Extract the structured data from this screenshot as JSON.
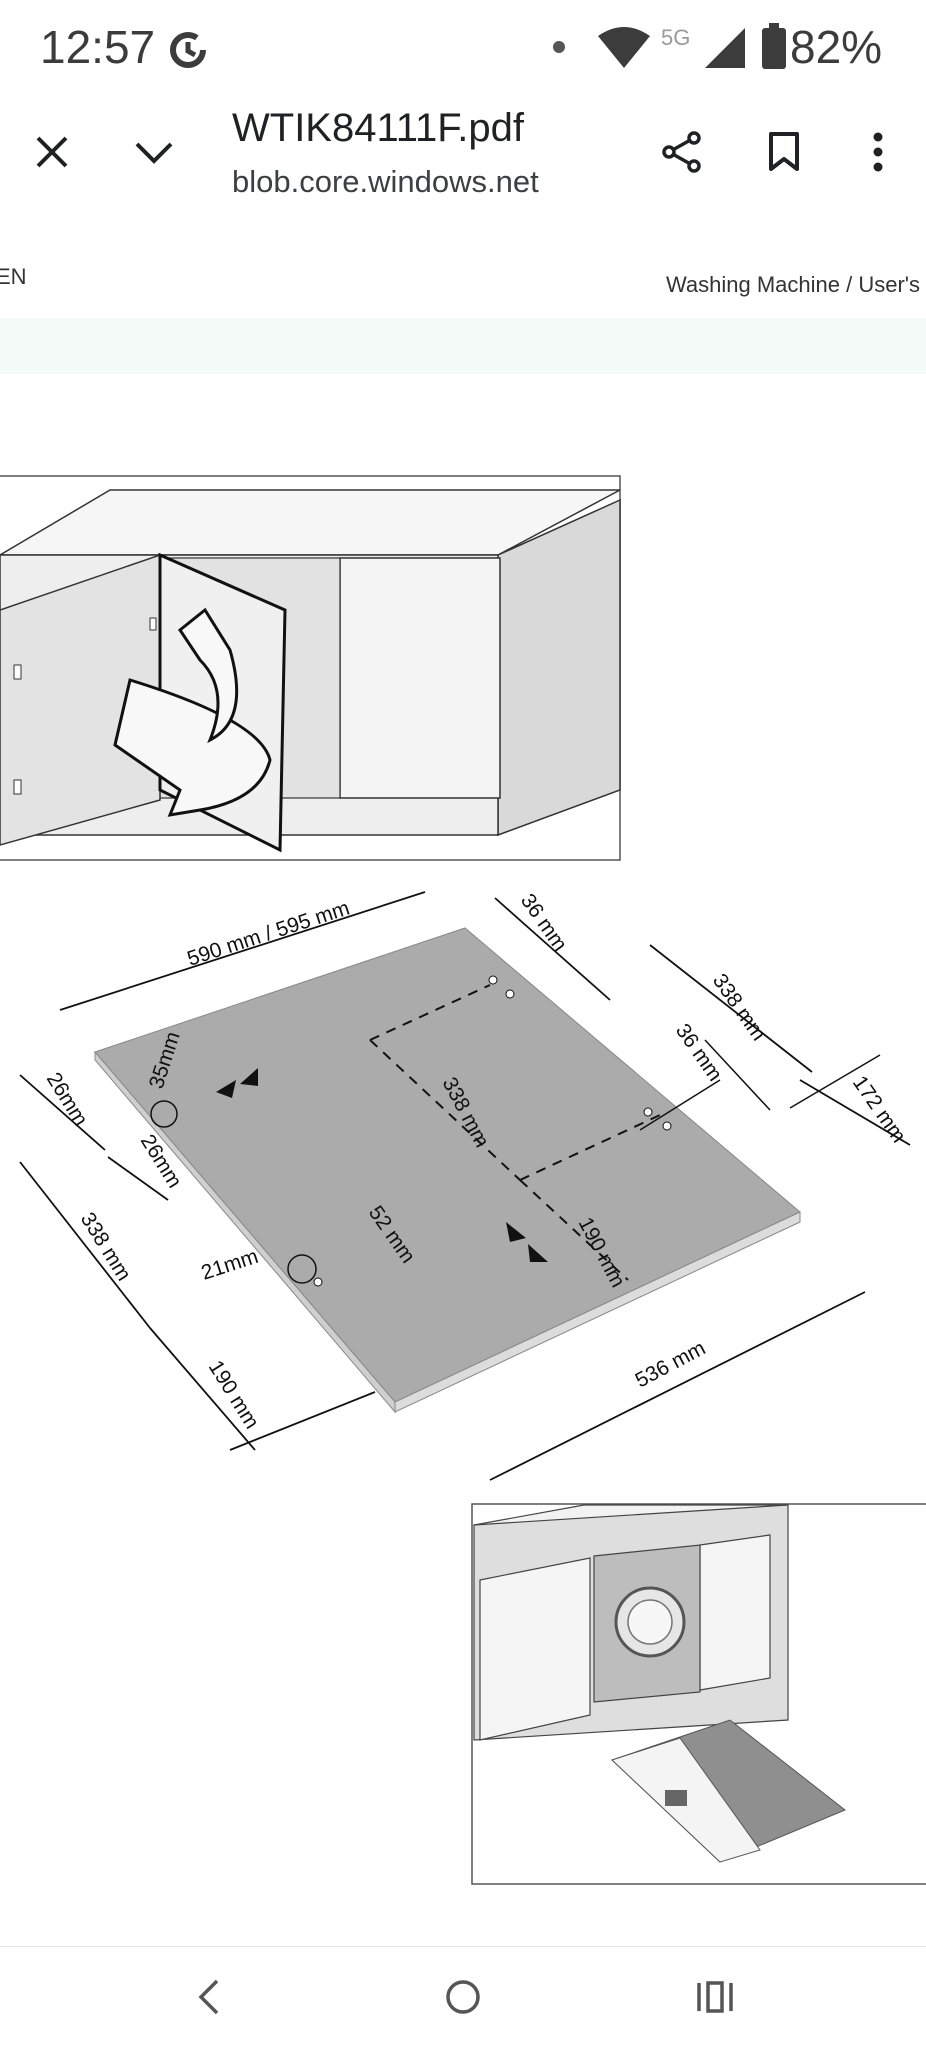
{
  "status_bar": {
    "time": "12:57",
    "network": "5G",
    "battery": "82%",
    "icons": [
      "sync-icon",
      "notification-dot-icon",
      "wifi-icon",
      "signal-icon",
      "battery-icon"
    ]
  },
  "toolbar": {
    "title": "WTIK84111F.pdf",
    "domain": "blob.core.windows.net",
    "icons": [
      "close-icon",
      "chevron-down-icon",
      "share-icon",
      "bookmark-icon",
      "more-vert-icon"
    ]
  },
  "document": {
    "language_label": "EN",
    "header_right": "Washing Machine / User's",
    "dimensions": {
      "top_width": "590 mm / 595 mm",
      "top_right_36": "36 mm",
      "right_338": "338 mm",
      "right_36": "36 mm",
      "right_172": "172 mm",
      "center_338": "338 mm",
      "center_190": "190 mm",
      "left_35": "35mm",
      "left_26a": "26mm",
      "left_26b": "26mm",
      "left_338": "338 mm",
      "bottom_21": "21mm",
      "bottom_52": "52 mm",
      "bottom_190": "190 mm",
      "bottom_536": "536 mm"
    }
  },
  "nav_bar": {
    "icons": [
      "back-icon",
      "home-icon",
      "recents-icon"
    ]
  }
}
